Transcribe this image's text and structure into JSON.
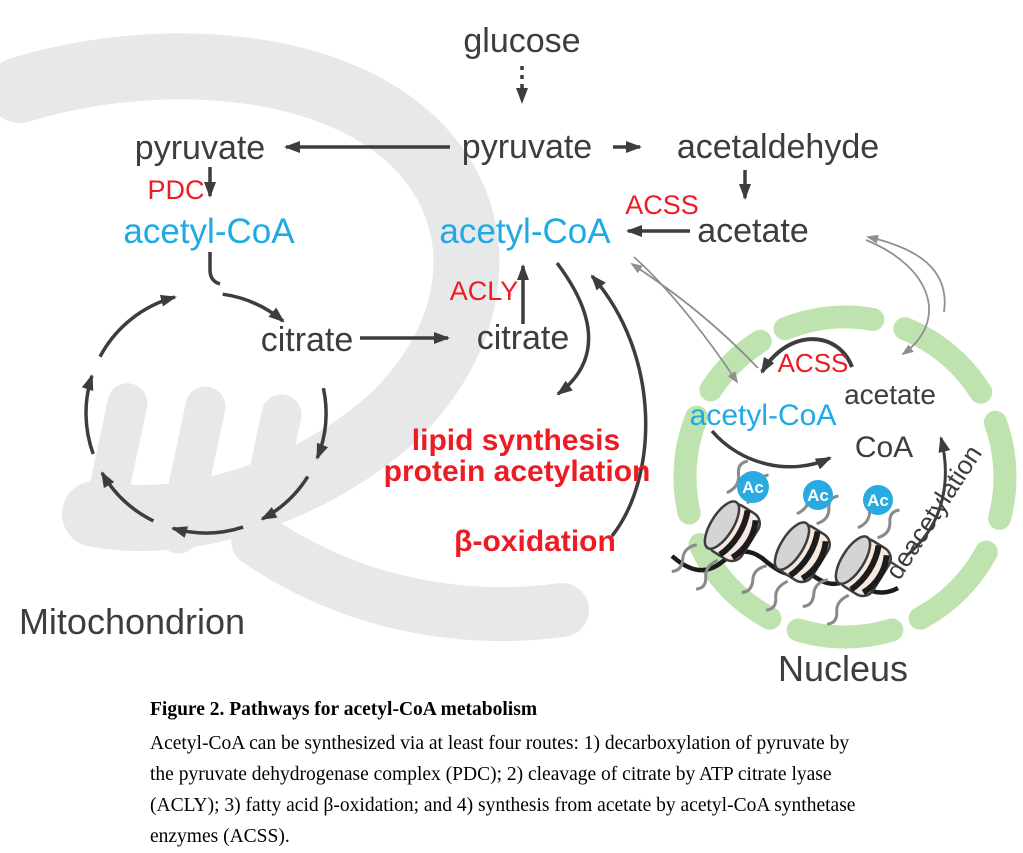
{
  "diagram": {
    "glucose": "glucose",
    "pyruvate_center": "pyruvate",
    "acetaldehyde": "acetaldehyde",
    "pyruvate_mito": "pyruvate",
    "pdc": "PDC",
    "acetyl_coa_mito": "acetyl-CoA",
    "citrate_mito": "citrate",
    "citrate_cyto": "citrate",
    "acly": "ACLY",
    "acetyl_coa_cyto": "acetyl-CoA",
    "acss_cyto": "ACSS",
    "acetate_cyto": "acetate",
    "lipid_synthesis": "lipid synthesis",
    "protein_acetylation": "protein acetylation",
    "beta_oxidation": "β-oxidation",
    "mitochondrion_label": "Mitochondrion",
    "nucleus_label": "Nucleus",
    "acss_nuc": "ACSS",
    "acetate_nuc": "acetate",
    "acetyl_coa_nuc": "acetyl-CoA",
    "coa": "CoA",
    "deacetylation": "deacetylation",
    "ac_label": "Ac"
  },
  "colors": {
    "diagram_dark": "#3d3d3d",
    "accent_cyan": "#1faae3",
    "accent_red": "#ed1c24",
    "nuclear_envelope_green": "#bfe3af",
    "watermark_gray": "#e7e8ea",
    "transport_arrow_gray": "#8f8f8f",
    "histone_body": "#f7e9df"
  },
  "caption": {
    "title": "Figure 2. Pathways for acetyl-CoA metabolism",
    "lines": [
      "Acetyl-CoA can be synthesized via at least four routes: 1) decarboxylation of pyruvate by",
      "the pyruvate dehydrogenase complex (PDC); 2) cleavage of citrate by ATP citrate lyase",
      "(ACLY); 3) fatty acid β-oxidation; and 4) synthesis from acetate by acetyl-CoA synthetase",
      "enzymes (ACSS)."
    ]
  }
}
